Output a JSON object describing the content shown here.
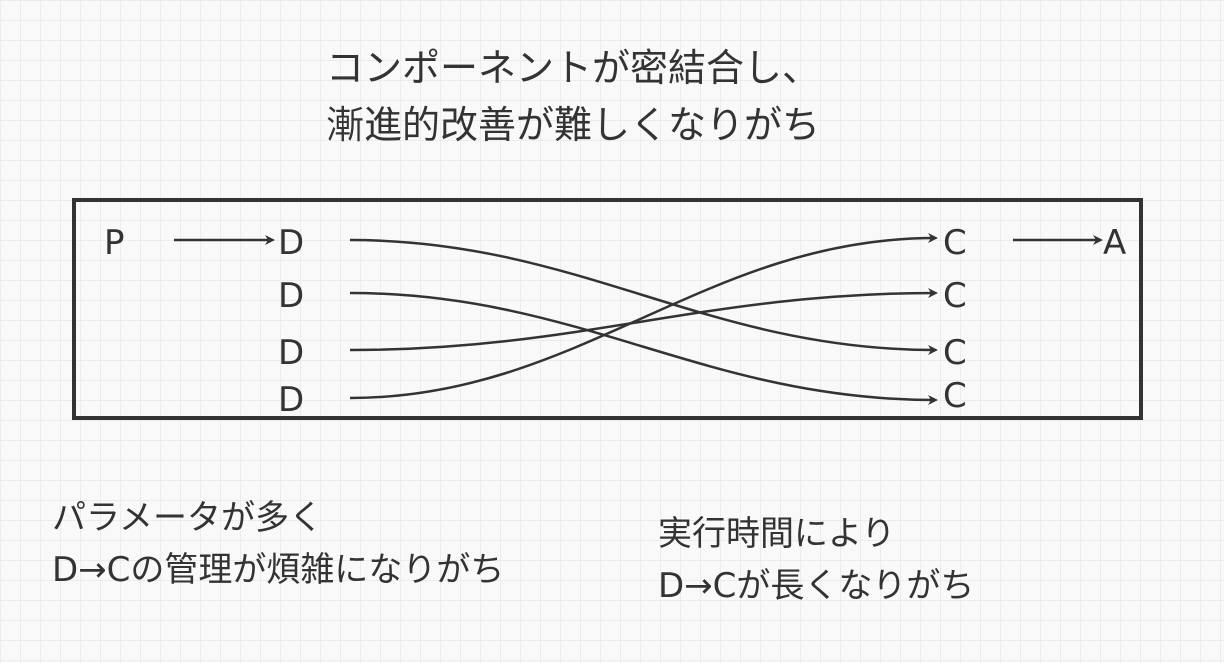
{
  "title": {
    "line1": "コンポーネントが密結合し、",
    "line2": "漸進的改善が難しくなりがち"
  },
  "diagram": {
    "source": "P",
    "output": "A",
    "left_nodes": [
      "D",
      "D",
      "D",
      "D"
    ],
    "right_nodes": [
      "C",
      "C",
      "C",
      "C"
    ],
    "connections": [
      {
        "from": 0,
        "to": 2
      },
      {
        "from": 1,
        "to": 3
      },
      {
        "from": 2,
        "to": 1
      },
      {
        "from": 3,
        "to": 0
      }
    ],
    "stroke_color": "#333333"
  },
  "notes": {
    "left": {
      "line1": "パラメータが多く",
      "line2": "D→Cの管理が煩雑になりがち"
    },
    "right": {
      "line1": "実行時間により",
      "line2": "D→Cが長くなりがち"
    }
  }
}
